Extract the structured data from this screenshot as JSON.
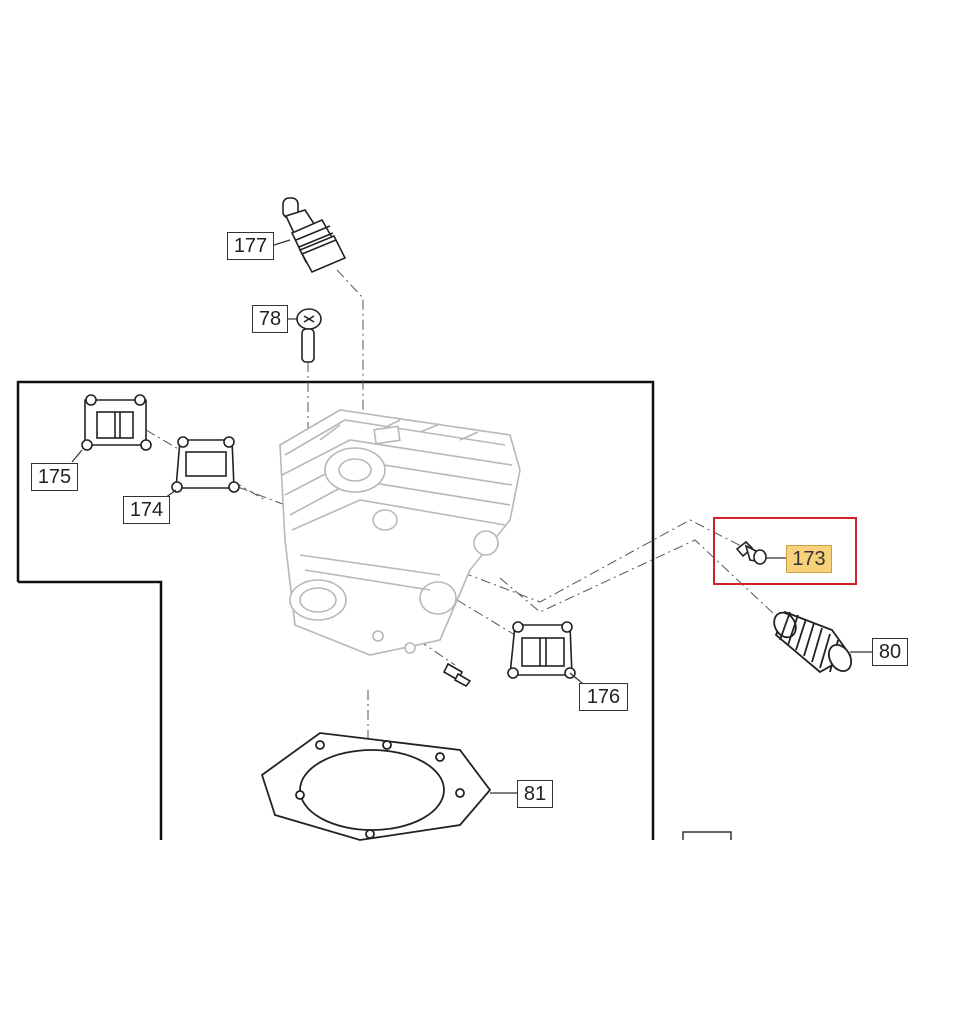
{
  "diagram": {
    "callouts": [
      {
        "id": "177",
        "label": "177"
      },
      {
        "id": "78",
        "label": "78"
      },
      {
        "id": "175",
        "label": "175"
      },
      {
        "id": "174",
        "label": "174"
      },
      {
        "id": "173",
        "label": "173",
        "highlighted": true
      },
      {
        "id": "80",
        "label": "80"
      },
      {
        "id": "176",
        "label": "176"
      },
      {
        "id": "81",
        "label": "81"
      }
    ],
    "highlight_color": "#d2232a",
    "highlight_fill": "#f7d27a"
  }
}
